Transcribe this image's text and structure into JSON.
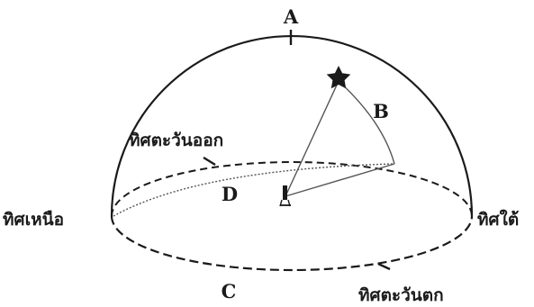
{
  "labels": {
    "a": "A",
    "b": "B",
    "c": "C",
    "d": "D"
  },
  "directions": {
    "north": "ทิศเหนือ",
    "south": "ทิศใต้",
    "east": "ทิศตะวันออก",
    "west": "ทิศตะวันตก"
  },
  "icons": {
    "star": "star-icon",
    "observer": "observer-figure-icon"
  },
  "colors": {
    "ink": "#1a1a1a",
    "faint_line": "#555555"
  }
}
